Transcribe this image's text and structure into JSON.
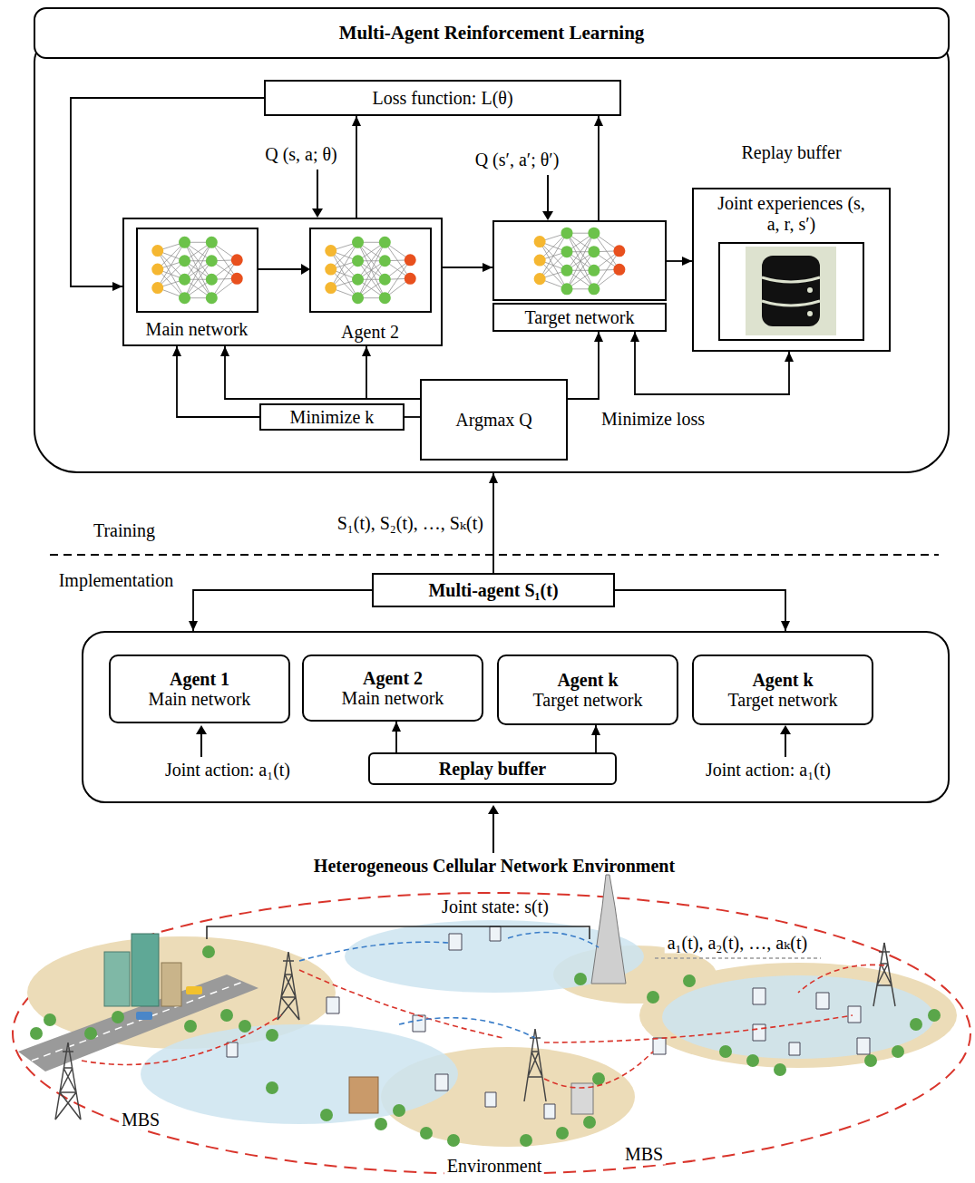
{
  "diagram": {
    "nodes": [
      {
        "text": [
          "Multi-Agent Reinforcement Learning"
        ]
      },
      {
        "text": [
          "Loss function: L(θ)"
        ],
        "in": 0
      },
      {
        "text": [
          "Main network",
          "Agent 2"
        ],
        "in": 0
      },
      {
        "text": [
          "Target network"
        ],
        "in": 0
      },
      {
        "text": [
          "Replay buffer",
          "Joint experiences (s, a, r, s′)"
        ],
        "in": 0
      },
      {
        "text": [
          "Minimize k"
        ],
        "in": 0
      },
      {
        "text": [
          "Argmax Q"
        ],
        "in": 0
      },
      {
        "text": [
          "Multi-agent S₁(t)"
        ]
      },
      {
        "text": [
          "Implementation"
        ]
      },
      {
        "text": [
          "Agent 1",
          "Main network"
        ],
        "in": 8
      },
      {
        "text": [
          "Agent 2",
          "Main network"
        ],
        "in": 8
      },
      {
        "text": [
          "Agent k",
          "Target network"
        ],
        "in": 8
      },
      {
        "text": [
          "Agent k",
          "Target network"
        ],
        "in": 8
      },
      {
        "text": [
          "Replay buffer"
        ],
        "in": 8
      }
    ],
    "edges": [
      {
        "from": 2,
        "to": 1,
        "arrow": "to"
      },
      {
        "from": 1,
        "to": 2,
        "arrow": "to"
      },
      {
        "from": 3,
        "to": 1,
        "arrow": "to"
      },
      {
        "from": 2,
        "to": 3,
        "arrow": "to"
      },
      {
        "from": 3,
        "to": 4,
        "arrow": "to"
      },
      {
        "from": 5,
        "to": 2,
        "arrow": "to"
      },
      {
        "from": 6,
        "to": 2,
        "arrow": "to"
      },
      {
        "from": 5,
        "to": 6,
        "arrow": "none"
      },
      {
        "from": 6,
        "to": 3,
        "arrow": "to"
      },
      {
        "from": 4,
        "to": 3,
        "label": "Minimize loss",
        "arrow": "both"
      },
      {
        "from": 7,
        "to": 0,
        "label": "S₁(t), S₂(t), …, Sₖ(t)",
        "arrow": "to"
      },
      {
        "from": 7,
        "to": 8,
        "arrow": "to"
      },
      {
        "from": 7,
        "to": 8,
        "arrow": "to"
      },
      {
        "from": 13,
        "to": 10,
        "arrow": "to"
      },
      {
        "from": 13,
        "to": 11,
        "arrow": "to"
      }
    ],
    "labels": [
      "Q (s, a; θ)",
      "Q (s′, a′; θ′)",
      "Training",
      "Joint action: a₁(t)",
      "Joint action: a₁(t)",
      "Heterogeneous Cellular Network Environment",
      "Joint state: s(t)",
      "a₁(t), a₂(t), …, aₖ(t)",
      "MBS",
      "MBS",
      "Environment"
    ]
  }
}
